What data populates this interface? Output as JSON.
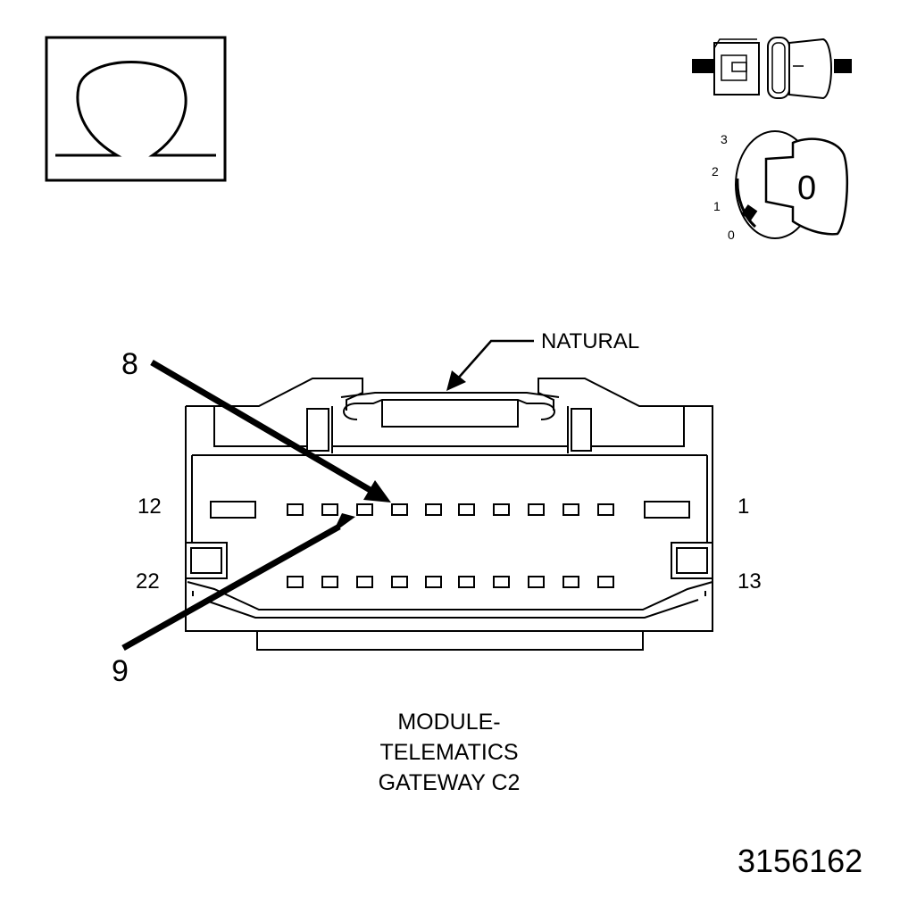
{
  "symbol": {
    "name": "omega-ohm-icon"
  },
  "ignition": {
    "positions": [
      "3",
      "2",
      "1",
      "0"
    ],
    "key_label": "0"
  },
  "callout": {
    "label": "NATURAL"
  },
  "pins": {
    "top_left": "12",
    "top_right": "1",
    "bottom_left": "22",
    "bottom_right": "13"
  },
  "arrows": {
    "upper": "8",
    "lower": "9"
  },
  "title": [
    "MODULE-",
    "TELEMATICS",
    "GATEWAY C2"
  ],
  "figure_number": "3156162",
  "colors": {
    "line": "#000000",
    "background": "#ffffff"
  }
}
